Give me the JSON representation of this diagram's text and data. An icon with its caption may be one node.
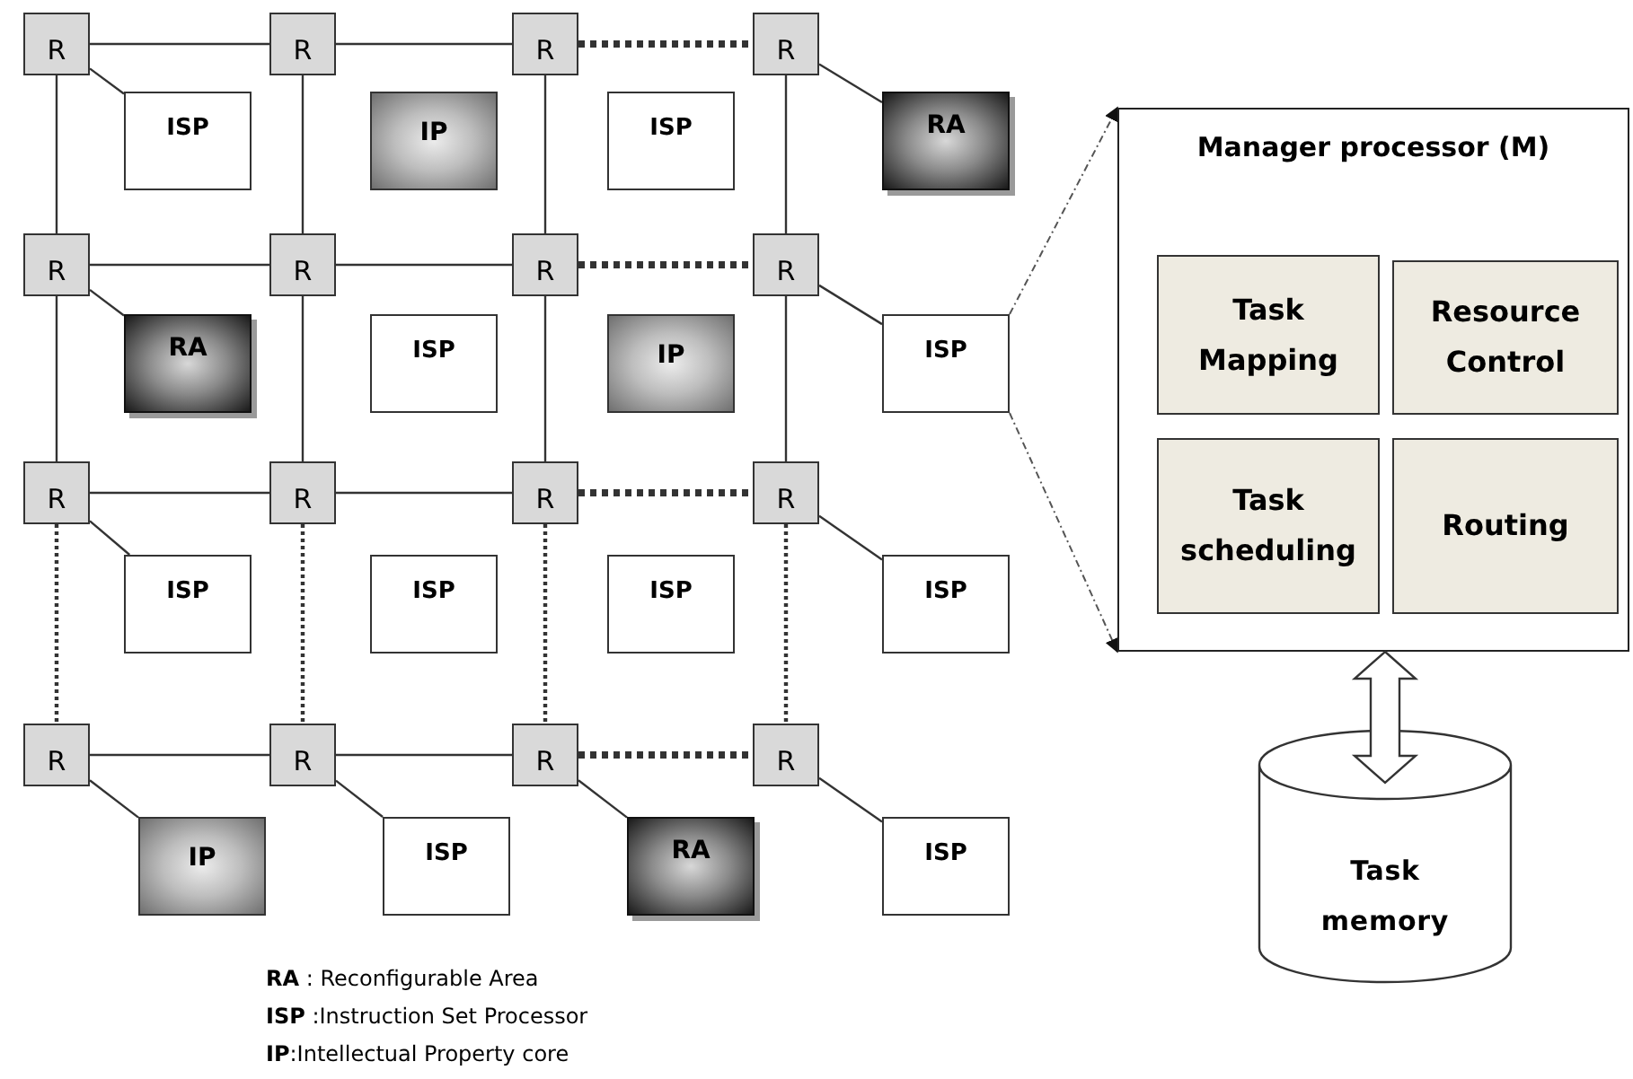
{
  "diagram": {
    "nodes": [
      {
        "text": [
          "R"
        ]
      },
      {
        "text": [
          "R"
        ]
      },
      {
        "text": [
          "R"
        ]
      },
      {
        "text": [
          "R"
        ]
      },
      {
        "text": [
          "ISP"
        ]
      },
      {
        "text": [
          "IP"
        ]
      },
      {
        "text": [
          "ISP"
        ]
      },
      {
        "text": [
          "RA"
        ]
      },
      {
        "text": [
          "R"
        ]
      },
      {
        "text": [
          "R"
        ]
      },
      {
        "text": [
          "R"
        ]
      },
      {
        "text": [
          "R"
        ]
      },
      {
        "text": [
          "RA"
        ]
      },
      {
        "text": [
          "ISP"
        ]
      },
      {
        "text": [
          "IP"
        ]
      },
      {
        "text": [
          "ISP"
        ]
      },
      {
        "text": [
          "R"
        ]
      },
      {
        "text": [
          "R"
        ]
      },
      {
        "text": [
          "R"
        ]
      },
      {
        "text": [
          "R"
        ]
      },
      {
        "text": [
          "ISP"
        ]
      },
      {
        "text": [
          "ISP"
        ]
      },
      {
        "text": [
          "ISP"
        ]
      },
      {
        "text": [
          "ISP"
        ]
      },
      {
        "text": [
          "R"
        ]
      },
      {
        "text": [
          "R"
        ]
      },
      {
        "text": [
          "R"
        ]
      },
      {
        "text": [
          "R"
        ]
      },
      {
        "text": [
          "IP"
        ]
      },
      {
        "text": [
          "ISP"
        ]
      },
      {
        "text": [
          "RA"
        ]
      },
      {
        "text": [
          "ISP"
        ]
      },
      {
        "text": [
          "Manager processor (M)"
        ]
      },
      {
        "text": [
          "Task Mapping"
        ],
        "in": 32
      },
      {
        "text": [
          "Resource Control"
        ],
        "in": 32
      },
      {
        "text": [
          "Task scheduling"
        ],
        "in": 32
      },
      {
        "text": [
          "Routing"
        ],
        "in": 32
      },
      {
        "text": [
          "Task memory"
        ]
      }
    ],
    "edges": [
      {
        "from": 0,
        "to": 1,
        "arrow": "none"
      },
      {
        "from": 1,
        "to": 2,
        "arrow": "none"
      },
      {
        "from": 2,
        "to": 3,
        "arrow": "none",
        "style": "dashed"
      },
      {
        "from": 8,
        "to": 9,
        "arrow": "none"
      },
      {
        "from": 9,
        "to": 10,
        "arrow": "none"
      },
      {
        "from": 10,
        "to": 11,
        "arrow": "none",
        "style": "dashed"
      },
      {
        "from": 16,
        "to": 17,
        "arrow": "none"
      },
      {
        "from": 17,
        "to": 18,
        "arrow": "none"
      },
      {
        "from": 18,
        "to": 19,
        "arrow": "none",
        "style": "dashed"
      },
      {
        "from": 24,
        "to": 25,
        "arrow": "none"
      },
      {
        "from": 25,
        "to": 26,
        "arrow": "none"
      },
      {
        "from": 26,
        "to": 27,
        "arrow": "none",
        "style": "dashed"
      },
      {
        "from": 0,
        "to": 8,
        "arrow": "none"
      },
      {
        "from": 1,
        "to": 9,
        "arrow": "none"
      },
      {
        "from": 2,
        "to": 10,
        "arrow": "none"
      },
      {
        "from": 3,
        "to": 11,
        "arrow": "none"
      },
      {
        "from": 8,
        "to": 16,
        "arrow": "none"
      },
      {
        "from": 9,
        "to": 17,
        "arrow": "none"
      },
      {
        "from": 10,
        "to": 18,
        "arrow": "none"
      },
      {
        "from": 11,
        "to": 19,
        "arrow": "none"
      },
      {
        "from": 16,
        "to": 24,
        "arrow": "none",
        "style": "dashed"
      },
      {
        "from": 17,
        "to": 25,
        "arrow": "none",
        "style": "dashed"
      },
      {
        "from": 18,
        "to": 26,
        "arrow": "none",
        "style": "dashed"
      },
      {
        "from": 19,
        "to": 27,
        "arrow": "none",
        "style": "dashed"
      },
      {
        "from": 0,
        "to": 4,
        "arrow": "none"
      },
      {
        "from": 3,
        "to": 7,
        "arrow": "none"
      },
      {
        "from": 8,
        "to": 12,
        "arrow": "none"
      },
      {
        "from": 11,
        "to": 15,
        "arrow": "none"
      },
      {
        "from": 16,
        "to": 20,
        "arrow": "none"
      },
      {
        "from": 19,
        "to": 23,
        "arrow": "none"
      },
      {
        "from": 24,
        "to": 28,
        "arrow": "none"
      },
      {
        "from": 25,
        "to": 29,
        "arrow": "none"
      },
      {
        "from": 26,
        "to": 30,
        "arrow": "none"
      },
      {
        "from": 27,
        "to": 31,
        "arrow": "none"
      },
      {
        "from": 15,
        "to": 32,
        "arrow": "to",
        "style": "dashed"
      },
      {
        "from": 15,
        "to": 32,
        "arrow": "to",
        "style": "dashed"
      },
      {
        "from": 32,
        "to": 37,
        "arrow": "both"
      }
    ],
    "labels": [
      "**RA** : Reconfigurable Area",
      "**ISP** :Instruction Set Processor",
      "**IP**:Intellectual Property core"
    ]
  }
}
